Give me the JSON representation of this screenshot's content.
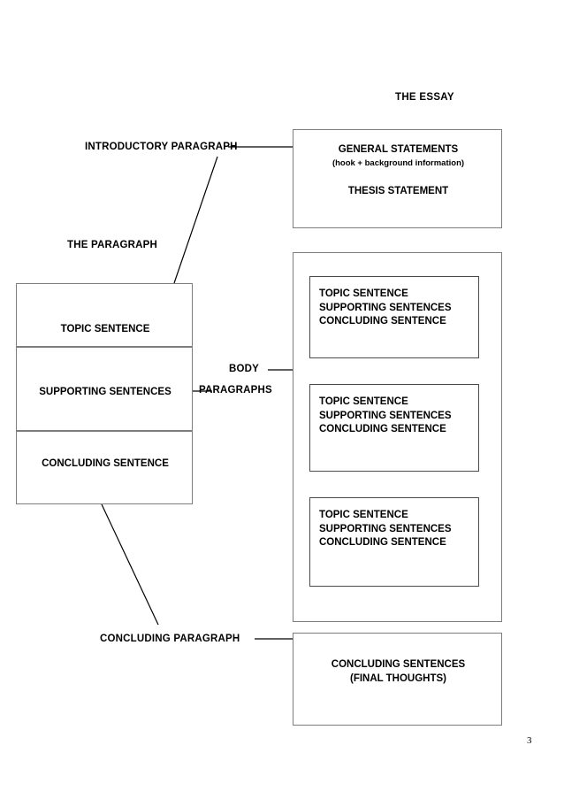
{
  "page": {
    "title": "THE ESSAY",
    "page_number": "3"
  },
  "labels": {
    "introductory_paragraph": "INTRODUCTORY  PARAGRAPH",
    "the_paragraph": "THE PARAGRAPH",
    "body": "BODY",
    "paragraphs": "PARAGRAPHS",
    "concluding_paragraph": "CONCLUDING PARAGRAPH"
  },
  "introduction_box": {
    "general_statements": "GENERAL STATEMENTS",
    "hook": "(hook + background information)",
    "thesis_statement": "THESIS STATEMENT"
  },
  "paragraph_box": {
    "cells": [
      {
        "text": "TOPIC SENTENCE"
      },
      {
        "text": "SUPPORTING   SENTENCES"
      },
      {
        "text": "CONCLUDING SENTENCE"
      }
    ]
  },
  "body_paragraphs": [
    {
      "line1": "TOPIC SENTENCE",
      "line2": "SUPPORTING SENTENCES",
      "line3": "CONCLUDING SENTENCE"
    },
    {
      "line1": "TOPIC SENTENCE",
      "line2": "SUPPORTING SENTENCES",
      "line3": "CONCLUDING SENTENCE"
    },
    {
      "line1": "TOPIC SENTENCE",
      "line2": "SUPPORTING SENTENCES",
      "line3": "CONCLUDING SENTENCE"
    }
  ],
  "conclusion_box": {
    "line1": "CONCLUDING SENTENCES",
    "line2": "(FINAL THOUGHTS)"
  },
  "colors": {
    "border": "#7d7d7d",
    "border_dark": "#4a4a4a",
    "text": "#000000",
    "background": "#ffffff"
  }
}
